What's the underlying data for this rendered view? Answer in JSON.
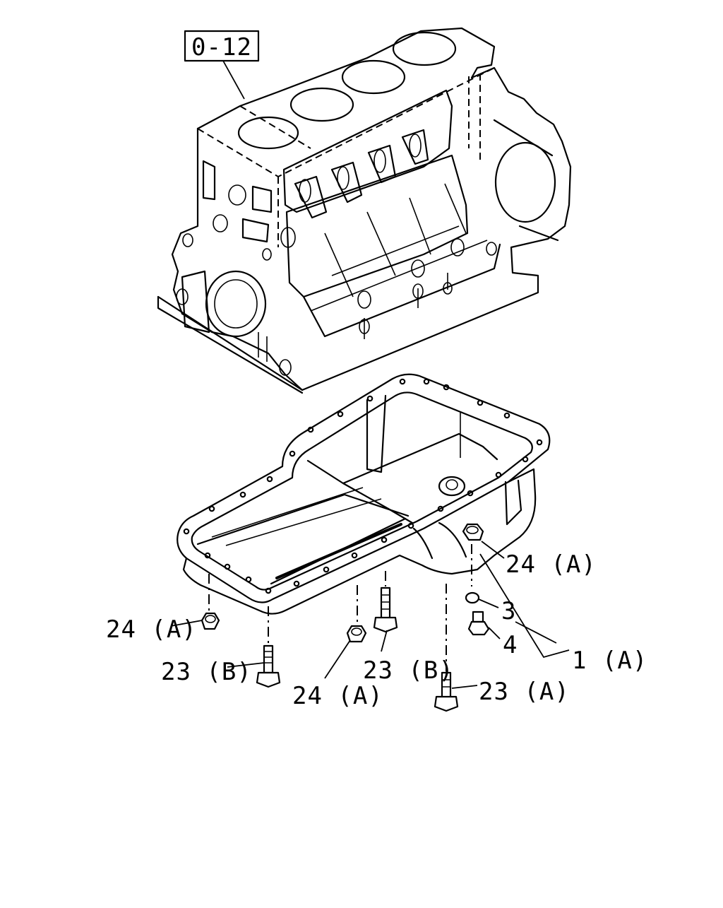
{
  "ref_box": {
    "text": "0-12"
  },
  "callouts": [
    {
      "id": "c1",
      "text": "24 (A)"
    },
    {
      "id": "c2",
      "text": "3"
    },
    {
      "id": "c3",
      "text": "4"
    },
    {
      "id": "c4",
      "text": "1 (A)"
    },
    {
      "id": "c5",
      "text": "24 (A)"
    },
    {
      "id": "c6",
      "text": "23 (B)"
    },
    {
      "id": "c7",
      "text": "23 (B)"
    },
    {
      "id": "c8",
      "text": "24 (A)"
    },
    {
      "id": "c9",
      "text": "23 (A)"
    }
  ]
}
